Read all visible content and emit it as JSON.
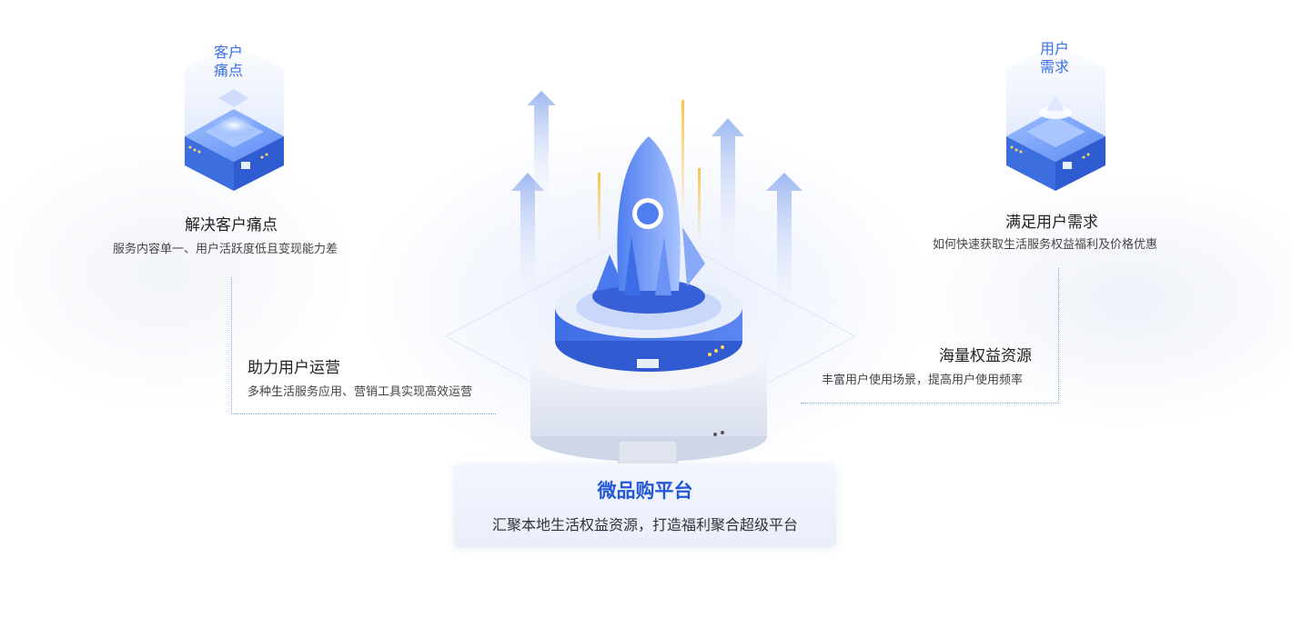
{
  "platform": {
    "title": "微品购平台",
    "subtitle": "汇聚本地生活权益资源，打造福利聚合超级平台"
  },
  "pain_cube": {
    "label_line1": "客户",
    "label_line2": "痛点"
  },
  "need_cube": {
    "label_line1": "用户",
    "label_line2": "需求"
  },
  "features": {
    "pain": {
      "title": "解决客户痛点",
      "desc": "服务内容单一、用户活跃度低且变现能力差"
    },
    "need": {
      "title": "满足用户需求",
      "desc": "如何快速获取生活服务权益福利及价格优惠"
    },
    "ops": {
      "title": "助力用户运营",
      "desc": "多种生活服务应用、营销工具实现高效运营"
    },
    "resources": {
      "title": "海量权益资源",
      "desc": "丰富用户使用场景，提高用户使用频率"
    }
  },
  "colors": {
    "accent": "#2456d6",
    "cube_blue": "#3d6fe6",
    "dotted_line": "#7fa1e6"
  },
  "icons": [
    "server-cube-icon",
    "rocket-icon",
    "arrow-up-icon"
  ]
}
